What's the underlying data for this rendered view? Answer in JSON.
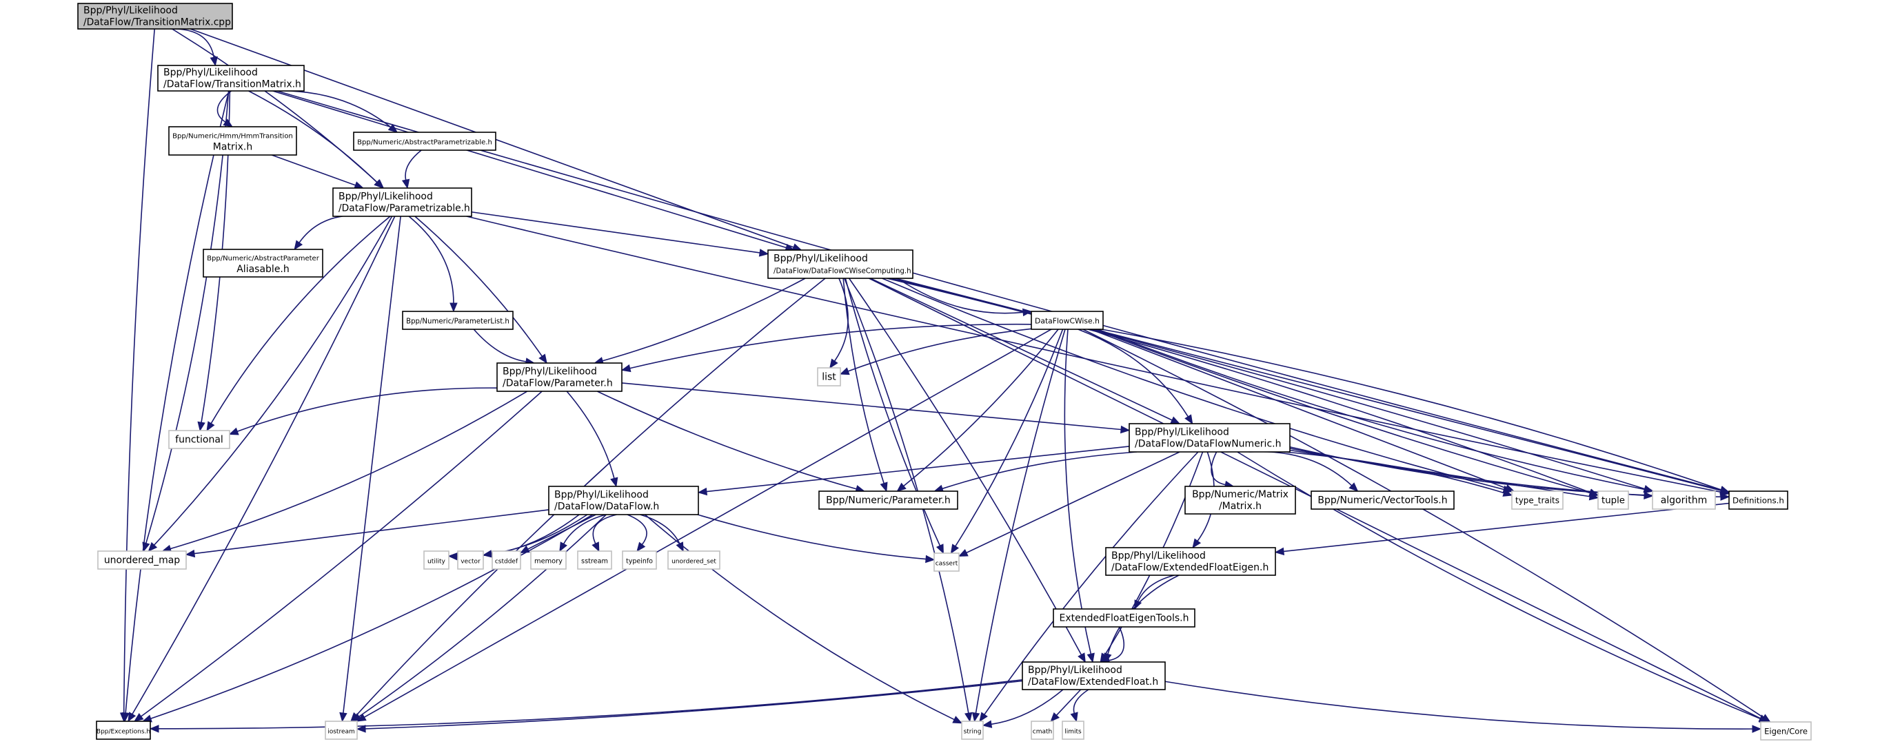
{
  "title": "Include dependency graph for TransitionMatrix.cpp",
  "colors": {
    "edge": "#191970",
    "root_fill": "#bfbfbf",
    "system_border": "#bfbfbf",
    "local_border": "#000000"
  },
  "nodes": [
    {
      "id": "root",
      "kind": "root",
      "lines": [
        "Bpp/Phyl/Likelihood",
        "/DataFlow/TransitionMatrix.cpp"
      ]
    },
    {
      "id": "tmh",
      "kind": "local",
      "lines": [
        "Bpp/Phyl/Likelihood",
        "/DataFlow/TransitionMatrix.h"
      ]
    },
    {
      "id": "hmm",
      "kind": "local",
      "lines": [
        "Bpp/Numeric/Hmm/HmmTransition",
        "Matrix.h"
      ],
      "center": true
    },
    {
      "id": "absparam",
      "kind": "local",
      "lines": [
        "Bpp/Numeric/AbstractParametrizable.h"
      ]
    },
    {
      "id": "parametrizable",
      "kind": "local",
      "lines": [
        "Bpp/Phyl/Likelihood",
        "/DataFlow/Parametrizable.h"
      ]
    },
    {
      "id": "absalias",
      "kind": "local",
      "lines": [
        "Bpp/Numeric/AbstractParameter",
        "Aliasable.h"
      ],
      "center": true
    },
    {
      "id": "cwisecomp",
      "kind": "local",
      "lines": [
        "Bpp/Phyl/Likelihood",
        "/DataFlow/DataFlowCWiseComputing.h"
      ]
    },
    {
      "id": "plist",
      "kind": "local",
      "lines": [
        "Bpp/Numeric/ParameterList.h"
      ]
    },
    {
      "id": "cwise",
      "kind": "local",
      "lines": [
        "DataFlowCWise.h"
      ]
    },
    {
      "id": "list",
      "kind": "sys",
      "lines": [
        "list"
      ]
    },
    {
      "id": "dfparam",
      "kind": "local",
      "lines": [
        "Bpp/Phyl/Likelihood",
        "/DataFlow/Parameter.h"
      ]
    },
    {
      "id": "functional",
      "kind": "sys",
      "lines": [
        "functional"
      ]
    },
    {
      "id": "dfnumeric",
      "kind": "local",
      "lines": [
        "Bpp/Phyl/Likelihood",
        "/DataFlow/DataFlowNumeric.h"
      ]
    },
    {
      "id": "dataflow",
      "kind": "local",
      "lines": [
        "Bpp/Phyl/Likelihood",
        "/DataFlow/DataFlow.h"
      ]
    },
    {
      "id": "numparam",
      "kind": "local",
      "lines": [
        "Bpp/Numeric/Parameter.h"
      ]
    },
    {
      "id": "matrix",
      "kind": "local",
      "lines": [
        "Bpp/Numeric/Matrix",
        "/Matrix.h"
      ],
      "center": true
    },
    {
      "id": "vectools",
      "kind": "local",
      "lines": [
        "Bpp/Numeric/VectorTools.h"
      ]
    },
    {
      "id": "type_traits",
      "kind": "sys",
      "lines": [
        "type_traits"
      ]
    },
    {
      "id": "tuple",
      "kind": "sys",
      "lines": [
        "tuple"
      ]
    },
    {
      "id": "algorithm",
      "kind": "sys",
      "lines": [
        "algorithm"
      ]
    },
    {
      "id": "definitions",
      "kind": "local",
      "lines": [
        "Definitions.h"
      ]
    },
    {
      "id": "unordered_map",
      "kind": "sys",
      "lines": [
        "unordered_map"
      ]
    },
    {
      "id": "utility",
      "kind": "sys",
      "lines": [
        "utility"
      ]
    },
    {
      "id": "vector",
      "kind": "sys",
      "lines": [
        "vector"
      ]
    },
    {
      "id": "cstddef",
      "kind": "sys",
      "lines": [
        "cstddef"
      ]
    },
    {
      "id": "memory",
      "kind": "sys",
      "lines": [
        "memory"
      ]
    },
    {
      "id": "sstream",
      "kind": "sys",
      "lines": [
        "sstream"
      ]
    },
    {
      "id": "typeinfo",
      "kind": "sys",
      "lines": [
        "typeinfo"
      ]
    },
    {
      "id": "unordered_set",
      "kind": "sys",
      "lines": [
        "unordered_set"
      ]
    },
    {
      "id": "cassert",
      "kind": "sys",
      "lines": [
        "cassert"
      ]
    },
    {
      "id": "efeigen",
      "kind": "local",
      "lines": [
        "Bpp/Phyl/Likelihood",
        "/DataFlow/ExtendedFloatEigen.h"
      ]
    },
    {
      "id": "efeigentools",
      "kind": "local",
      "lines": [
        "ExtendedFloatEigenTools.h"
      ]
    },
    {
      "id": "extfloat",
      "kind": "local",
      "lines": [
        "Bpp/Phyl/Likelihood",
        "/DataFlow/ExtendedFloat.h"
      ]
    },
    {
      "id": "exceptions",
      "kind": "local",
      "lines": [
        "Bpp/Exceptions.h"
      ]
    },
    {
      "id": "iostream",
      "kind": "sys",
      "lines": [
        "iostream"
      ]
    },
    {
      "id": "string",
      "kind": "sys",
      "lines": [
        "string"
      ]
    },
    {
      "id": "cmath",
      "kind": "sys",
      "lines": [
        "cmath"
      ]
    },
    {
      "id": "limits",
      "kind": "sys",
      "lines": [
        "limits"
      ]
    },
    {
      "id": "eigencore",
      "kind": "sys",
      "lines": [
        "Eigen/Core"
      ]
    }
  ],
  "edges": [
    [
      "root",
      "tmh"
    ],
    [
      "root",
      "parametrizable"
    ],
    [
      "root",
      "cwisecomp"
    ],
    [
      "root",
      "exceptions"
    ],
    [
      "tmh",
      "hmm"
    ],
    [
      "tmh",
      "absparam"
    ],
    [
      "tmh",
      "parametrizable"
    ],
    [
      "tmh",
      "cwisecomp"
    ],
    [
      "tmh",
      "definitions"
    ],
    [
      "tmh",
      "exceptions"
    ],
    [
      "tmh",
      "unordered_map"
    ],
    [
      "tmh",
      "functional"
    ],
    [
      "hmm",
      "parametrizable"
    ],
    [
      "absparam",
      "parametrizable"
    ],
    [
      "parametrizable",
      "absalias"
    ],
    [
      "parametrizable",
      "plist"
    ],
    [
      "parametrizable",
      "dfparam"
    ],
    [
      "parametrizable",
      "cwisecomp"
    ],
    [
      "parametrizable",
      "definitions"
    ],
    [
      "parametrizable",
      "functional"
    ],
    [
      "parametrizable",
      "unordered_map"
    ],
    [
      "parametrizable",
      "exceptions"
    ],
    [
      "parametrizable",
      "iostream"
    ],
    [
      "plist",
      "dfparam"
    ],
    [
      "cwisecomp",
      "cwise"
    ],
    [
      "cwisecomp",
      "list"
    ],
    [
      "cwisecomp",
      "dfparam"
    ],
    [
      "cwisecomp",
      "dfnumeric"
    ],
    [
      "cwisecomp",
      "numparam"
    ],
    [
      "cwisecomp",
      "type_traits"
    ],
    [
      "cwisecomp",
      "tuple"
    ],
    [
      "cwisecomp",
      "algorithm"
    ],
    [
      "cwisecomp",
      "definitions"
    ],
    [
      "cwisecomp",
      "cassert"
    ],
    [
      "cwisecomp",
      "iostream"
    ],
    [
      "cwisecomp",
      "string"
    ],
    [
      "cwisecomp",
      "extfloat"
    ],
    [
      "cwisecomp",
      "eigencore"
    ],
    [
      "cwise",
      "list"
    ],
    [
      "cwise",
      "dfparam"
    ],
    [
      "cwise",
      "dfnumeric"
    ],
    [
      "cwise",
      "numparam"
    ],
    [
      "cwise",
      "type_traits"
    ],
    [
      "cwise",
      "tuple"
    ],
    [
      "cwise",
      "algorithm"
    ],
    [
      "cwise",
      "definitions"
    ],
    [
      "cwise",
      "cassert"
    ],
    [
      "cwise",
      "iostream"
    ],
    [
      "cwise",
      "string"
    ],
    [
      "cwise",
      "extfloat"
    ],
    [
      "cwise",
      "eigencore"
    ],
    [
      "dfparam",
      "dataflow"
    ],
    [
      "dfparam",
      "dfnumeric"
    ],
    [
      "dfparam",
      "numparam"
    ],
    [
      "dfparam",
      "functional"
    ],
    [
      "dfparam",
      "unordered_map"
    ],
    [
      "dfparam",
      "exceptions"
    ],
    [
      "dfnumeric",
      "dataflow"
    ],
    [
      "dfnumeric",
      "numparam"
    ],
    [
      "dfnumeric",
      "matrix"
    ],
    [
      "dfnumeric",
      "vectools"
    ],
    [
      "dfnumeric",
      "type_traits"
    ],
    [
      "dfnumeric",
      "tuple"
    ],
    [
      "dfnumeric",
      "algorithm"
    ],
    [
      "dfnumeric",
      "definitions"
    ],
    [
      "dfnumeric",
      "efeigen"
    ],
    [
      "dfnumeric",
      "extfloat"
    ],
    [
      "dfnumeric",
      "cassert"
    ],
    [
      "dfnumeric",
      "string"
    ],
    [
      "dfnumeric",
      "eigencore"
    ],
    [
      "dataflow",
      "utility"
    ],
    [
      "dataflow",
      "vector"
    ],
    [
      "dataflow",
      "cstddef"
    ],
    [
      "dataflow",
      "memory"
    ],
    [
      "dataflow",
      "sstream"
    ],
    [
      "dataflow",
      "typeinfo"
    ],
    [
      "dataflow",
      "unordered_set"
    ],
    [
      "dataflow",
      "unordered_map"
    ],
    [
      "dataflow",
      "cassert"
    ],
    [
      "dataflow",
      "string"
    ],
    [
      "dataflow",
      "exceptions"
    ],
    [
      "dataflow",
      "iostream"
    ],
    [
      "definitions",
      "efeigen"
    ],
    [
      "efeigen",
      "efeigentools"
    ],
    [
      "efeigen",
      "extfloat"
    ],
    [
      "efeigentools",
      "extfloat"
    ],
    [
      "extfloat",
      "string"
    ],
    [
      "extfloat",
      "cmath"
    ],
    [
      "extfloat",
      "limits"
    ],
    [
      "extfloat",
      "eigencore"
    ],
    [
      "extfloat",
      "exceptions"
    ],
    [
      "extfloat",
      "iostream"
    ]
  ]
}
